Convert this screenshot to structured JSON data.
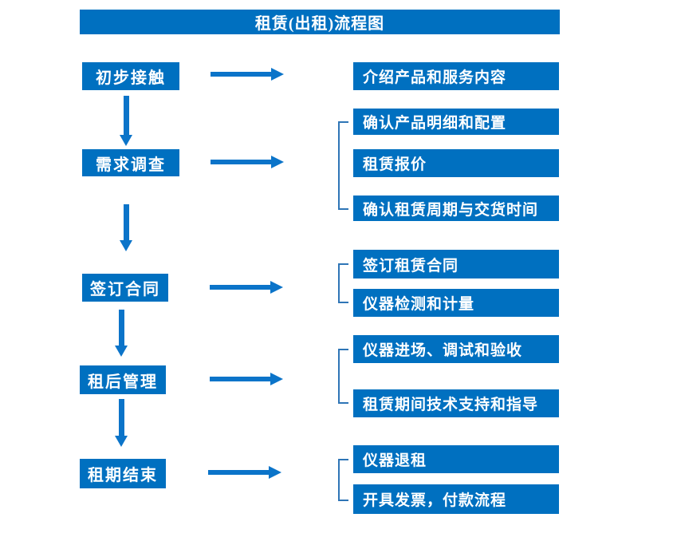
{
  "title": "租赁(出租)流程图",
  "colors": {
    "box_blue": "#0070C0",
    "arrow_blue": "#0B74C9",
    "bracket_blue": "#2E75B6",
    "text_white": "#FFFFFF"
  },
  "steps": [
    {
      "label": "初步接触",
      "details": [
        "介绍产品和服务内容"
      ]
    },
    {
      "label": "需求调查",
      "details": [
        "确认产品明细和配置",
        "租赁报价",
        "确认租赁周期与交货时间"
      ]
    },
    {
      "label": "签订合同",
      "details": [
        "签订租赁合同",
        "仪器检测和计量"
      ]
    },
    {
      "label": "租后管理",
      "details": [
        "仪器进场、调试和验收",
        "租赁期间技术支持和指导"
      ]
    },
    {
      "label": "租期结束",
      "details": [
        "仪器退租",
        "开具发票，付款流程"
      ]
    }
  ]
}
